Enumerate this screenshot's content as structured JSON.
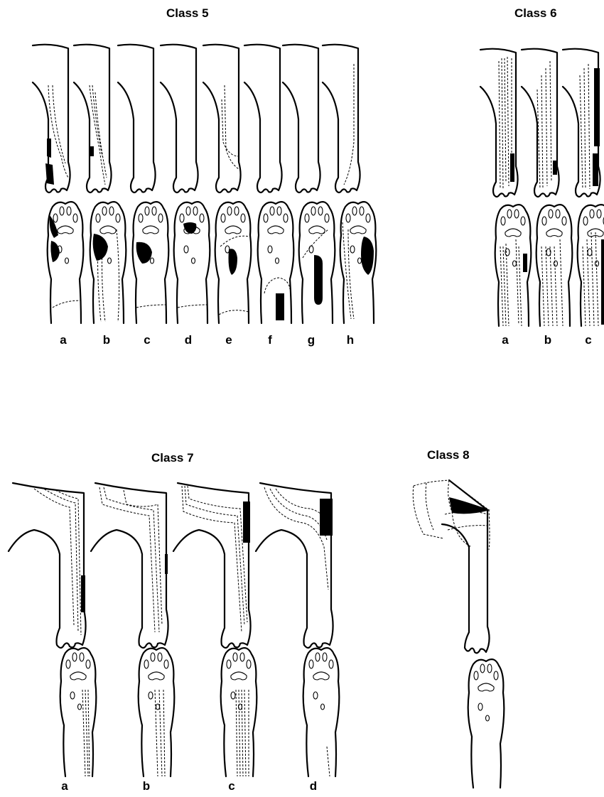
{
  "panels": [
    {
      "title": "Class 5",
      "labels": [
        "a",
        "b",
        "c",
        "d",
        "e",
        "f",
        "g",
        "h"
      ]
    },
    {
      "title": "Class 6",
      "labels": [
        "a",
        "b",
        "c"
      ]
    },
    {
      "title": "Class 7",
      "labels": [
        "a",
        "b",
        "c",
        "d"
      ]
    },
    {
      "title": "Class 8",
      "labels": []
    }
  ]
}
